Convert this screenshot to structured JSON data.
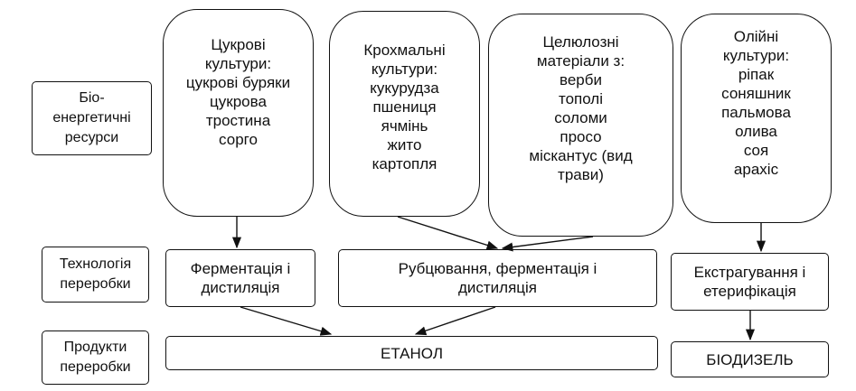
{
  "row_labels": {
    "resources": [
      "Біо-",
      "енергетичні",
      "ресурси"
    ],
    "technology": [
      "Технологія",
      "переробки"
    ],
    "products": [
      "Продукти",
      "переробки"
    ]
  },
  "resources": {
    "sugar": [
      "Цукрові",
      "культури:",
      "цукрові буряки",
      "цукрова",
      "тростина",
      "сорго"
    ],
    "starch": [
      "Крохмальні",
      "культури:",
      "кукурудза",
      "пшениця",
      "ячмінь",
      "жито",
      "картопля"
    ],
    "cellulose": [
      "Целюлозні",
      "матеріали з:",
      "верби",
      "тополі",
      "соломи",
      "просо",
      "міскантус (вид",
      "трави)"
    ],
    "oil": [
      "Олійні",
      "культури:",
      "ріпак",
      "соняшник",
      "пальмова",
      "олива",
      "соя",
      "арахіс"
    ]
  },
  "technologies": {
    "fermentation": [
      "Ферментація і",
      "дистиляція"
    ],
    "chopping": [
      "Рубцювання, ферментація і",
      "дистиляція"
    ],
    "extraction": [
      "Екстрагування і",
      "етерифікація"
    ]
  },
  "products": {
    "ethanol": "ЕТАНОЛ",
    "biodiesel": "БІОДИЗЕЛЬ"
  }
}
